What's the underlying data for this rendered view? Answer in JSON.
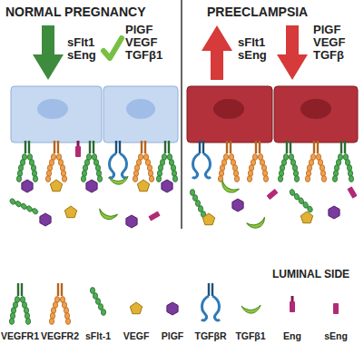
{
  "diagram": {
    "labels": [
      "NORMAL PREGNANCY",
      "PREECLAMPSIA",
      "sFlt1 sEng",
      "PlGF VEGF TGFβ1",
      "sFlt1 sEng",
      "PlGF VEGF TGFβ",
      "LUMINAL SIDE"
    ],
    "legend": [
      {
        "text": "VEGFR1"
      },
      {
        "text": "VEGFR2"
      },
      {
        "text": "sFlt-1"
      },
      {
        "text": "VEGF"
      },
      {
        "text": "PlGF"
      },
      {
        "text": "TGFβR"
      },
      {
        "text": "TGFβ1"
      },
      {
        "text": "Eng"
      },
      {
        "text": "sEng"
      }
    ]
  }
}
